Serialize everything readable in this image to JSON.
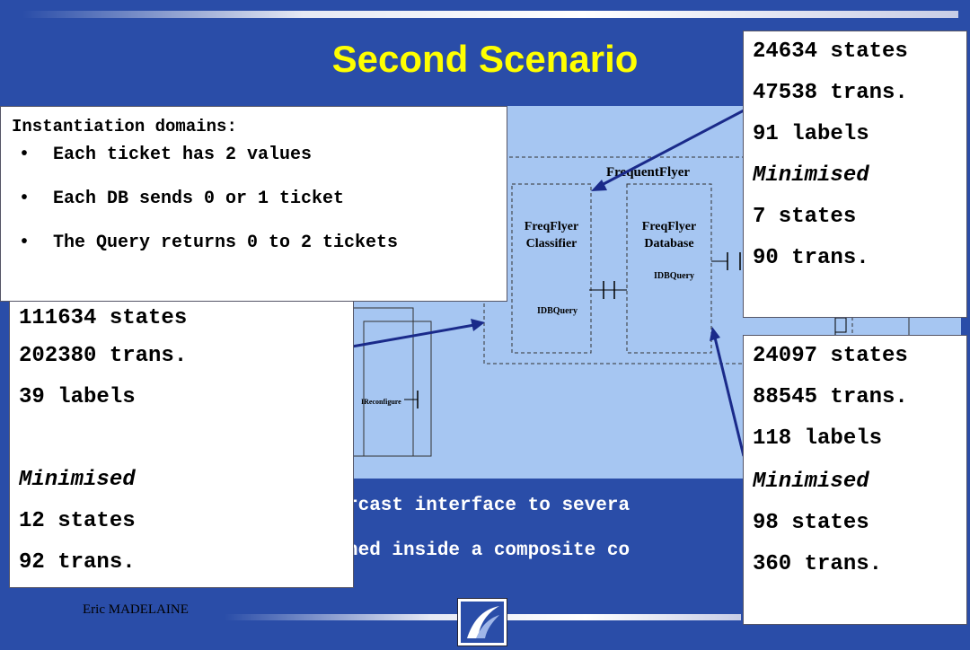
{
  "slide": {
    "title": "Second Scenario",
    "author": "Eric MADELAINE",
    "bottom_line1": "rcast interface to severa",
    "bottom_line2": "ned inside a composite co"
  },
  "diagram": {
    "outer_label": "FrequentFlyer",
    "comp1_line1": "FreqFlyer",
    "comp1_line2": "Classifier",
    "comp2_line1": "FreqFlyer",
    "comp2_line2": "Database",
    "iface1": "IDBQuery",
    "iface2": "IDBQuery",
    "iface3": "IReconfigure"
  },
  "instantiation": {
    "heading": "Instantiation domains:",
    "items": [
      "Each ticket has 2 values",
      "Each DB sends 0 or 1 ticket",
      "The Query returns 0 to 2 tickets"
    ]
  },
  "box_top_right": {
    "states": "24634 states",
    "trans": "47538 trans.",
    "labels": "91 labels",
    "minimised": "Minimised",
    "min_states": "7 states",
    "min_trans": "90 trans."
  },
  "box_left": {
    "states": "111634 states",
    "trans": "202380 trans.",
    "labels": "39 labels",
    "minimised": "Minimised",
    "min_states": "12 states",
    "min_trans": "92 trans."
  },
  "box_bottom_right": {
    "states": "24097 states",
    "trans": "88545 trans.",
    "labels": "118 labels",
    "minimised": "Minimised",
    "min_states": "98 states",
    "min_trans": "360 trans."
  }
}
